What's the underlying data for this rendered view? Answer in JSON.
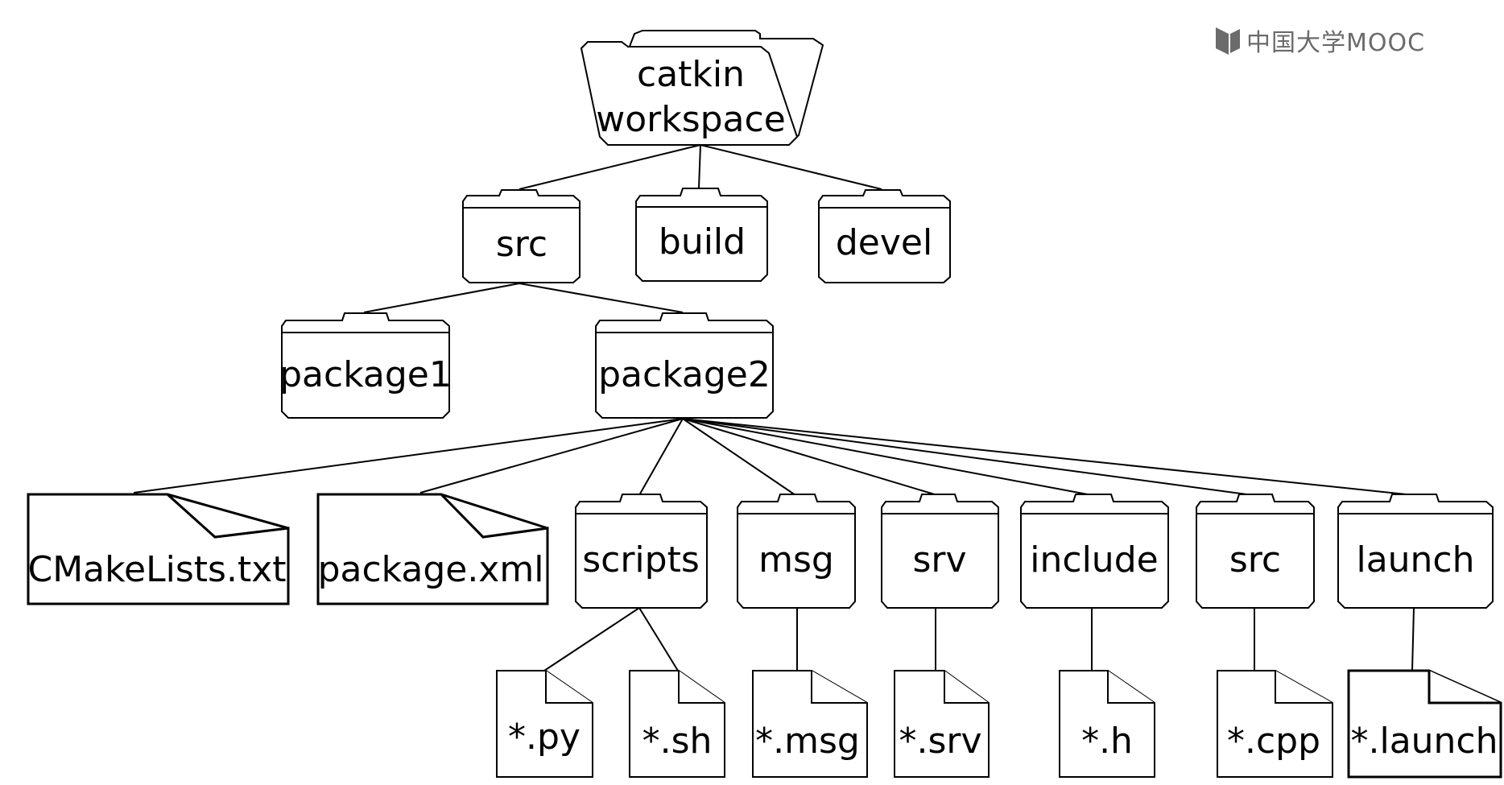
{
  "brand": {
    "logo_text": "中国大学MOOC"
  },
  "nodes": {
    "root": [
      "catkin",
      "workspace"
    ],
    "src": "src",
    "build": "build",
    "devel": "devel",
    "package1": "package1",
    "package2": "package2",
    "cmakelists": "CMakeLists.txt",
    "packagexml": "package.xml",
    "scripts": "scripts",
    "msg": "msg",
    "srv": "srv",
    "include": "include",
    "src2": "src",
    "launch": "launch",
    "py": "*.py",
    "sh": "*.sh",
    "msgfile": "*.msg",
    "srvfile": "*.srv",
    "h": "*.h",
    "cpp": "*.cpp",
    "launchfile": "*.launch"
  },
  "colors": {
    "line": "#000000",
    "logo": "#6b6b6b"
  }
}
